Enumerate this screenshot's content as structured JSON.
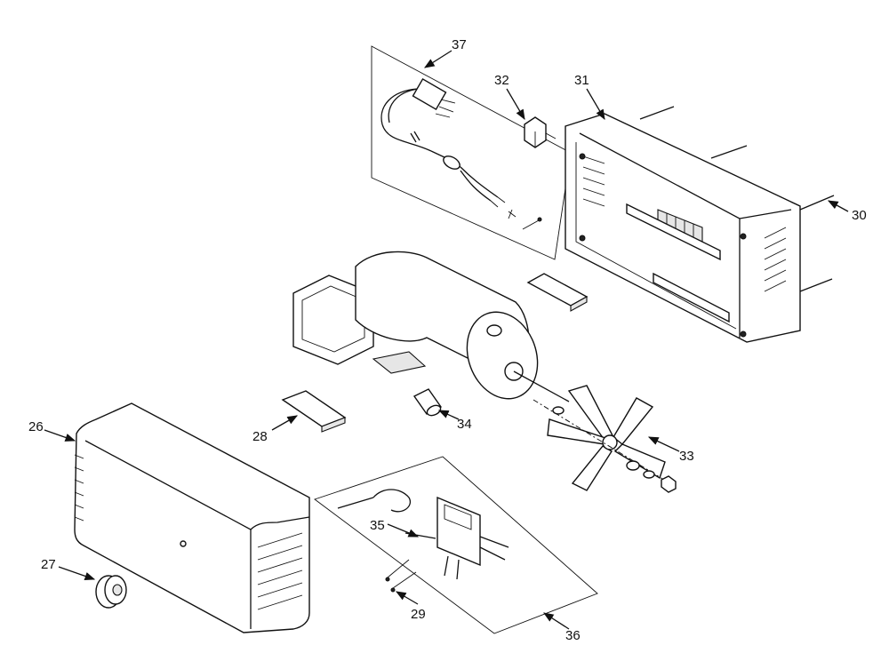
{
  "callouts": {
    "c26": "26",
    "c27": "27",
    "c28": "28",
    "c29": "29",
    "c30": "30",
    "c31": "31",
    "c32": "32",
    "c33": "33",
    "c34": "34",
    "c35": "35",
    "c36": "36",
    "c37": "37"
  }
}
